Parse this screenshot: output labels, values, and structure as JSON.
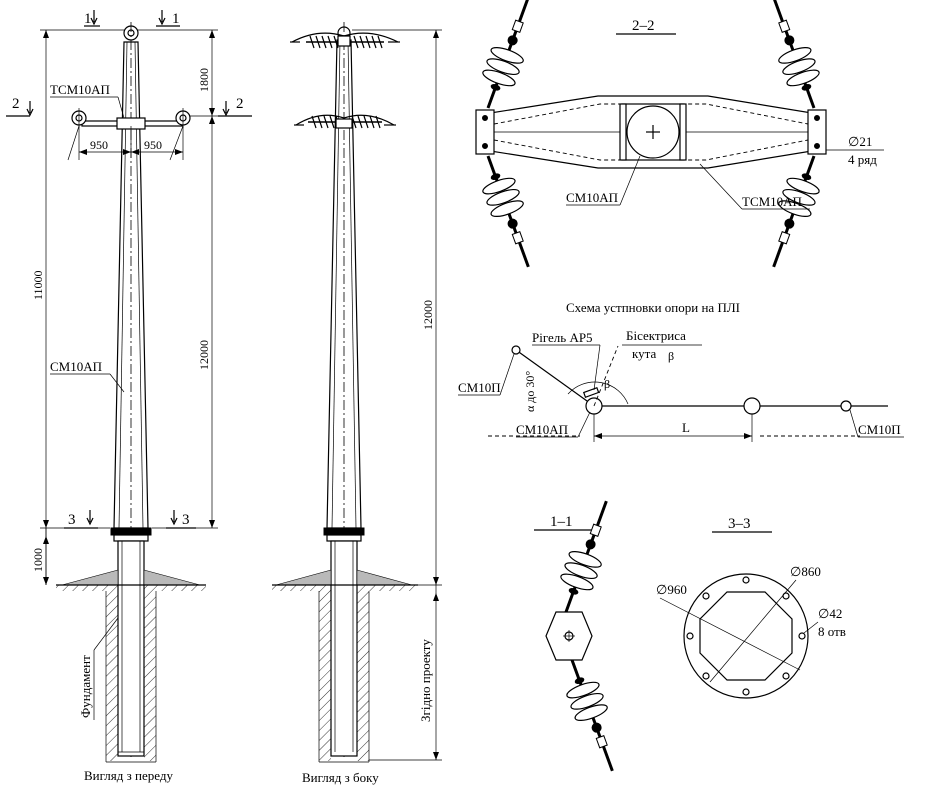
{
  "labels": {
    "section_1_left": "1",
    "section_1_right": "1",
    "section_2_left": "2",
    "section_2_right": "2",
    "section_3_left": "3",
    "section_3_right": "3",
    "tsm10ap_front": "ТСМ10АП",
    "sm10ap_front": "СМ10АП",
    "dim_950_left": "950",
    "dim_950_right": "950",
    "dim_1800": "1800",
    "dim_11000": "11000",
    "dim_12000_front": "12000",
    "dim_1000": "1000",
    "foundation": "Фундамент",
    "caption_front": "Вигляд з переду",
    "dim_12000_side": "12000",
    "per_project": "Згідно проекту",
    "caption_side": "Вигляд з боку",
    "section_22_title": "2–2",
    "sm10ap_22": "СМ10АП",
    "tsm10ap_22": "ТСМ10АП",
    "dia_21": "∅21",
    "rows_4": "4 ряд",
    "scheme_title": "Схема устпновки опори на ПЛІ",
    "rigel": "Рігель АР5",
    "bisector": "Бісектриса",
    "angle_text": "кута",
    "beta": "β",
    "beta_arc": "β",
    "sm10p_left": "СМ10П",
    "alpha_30": "α до 30°",
    "sm10ap_scheme": "СМ10АП",
    "L": "L",
    "sm10p_right": "СМ10П",
    "section_11_title": "1–1",
    "section_33_title": "3–3",
    "dia_960": "∅960",
    "dia_860": "∅860",
    "dia_42": "∅42",
    "holes_8": "8 отв"
  }
}
